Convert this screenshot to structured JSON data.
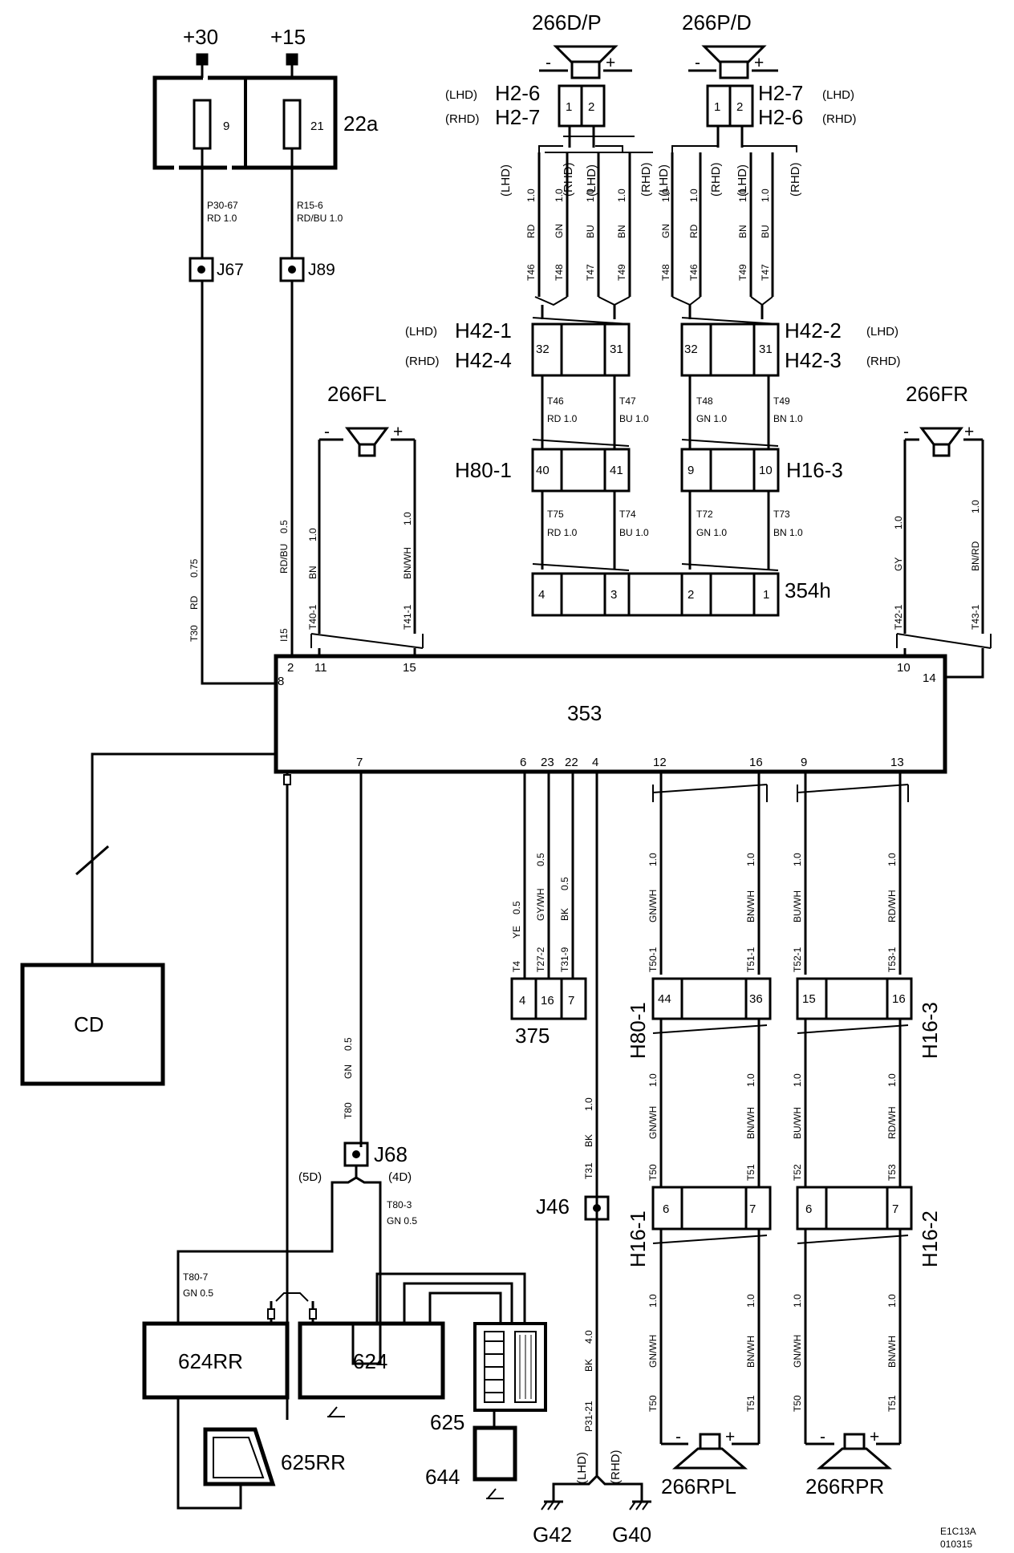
{
  "fuse_box": {
    "supply_30": "+30",
    "supply_15": "+15",
    "fuse_9": "9",
    "fuse_21": "21",
    "label": "22a"
  },
  "wires_top": {
    "w30_id": "P30-67",
    "w30_spec": "RD 1.0",
    "w15_id": "R15-6",
    "w15_spec": "RD/BU 1.0",
    "j67": "J67",
    "j89": "J89",
    "t30": "T30",
    "t30_col": "RD",
    "t30_sz": "0.75",
    "i15": "I15",
    "i15_col": "RD/BU",
    "i15_sz": "0.5"
  },
  "speaker_front_left": {
    "label": "266FL",
    "minus": "-",
    "plus": "+",
    "a_id": "T40-1",
    "a_col": "BN",
    "a_sz": "1.0",
    "b_id": "T41-1",
    "b_col": "BN/WH",
    "b_sz": "1.0"
  },
  "speaker_front_right": {
    "label": "266FR",
    "minus": "-",
    "plus": "+",
    "a_id": "T42-1",
    "a_col": "GY",
    "a_sz": "1.0",
    "b_id": "T43-1",
    "b_col": "BN/RD",
    "b_sz": "1.0"
  },
  "tweeter_left": {
    "label": "266D/P",
    "minus": "-",
    "plus": "+",
    "conn_lhd": "H2-6",
    "conn_rhd": "H2-7",
    "lhd": "(LHD)",
    "rhd": "(RHD)",
    "pin1": "1",
    "pin2": "2",
    "wires": [
      {
        "id": "T46",
        "col": "RD",
        "sz": "1.0"
      },
      {
        "id": "T48",
        "col": "GN",
        "sz": "1.0"
      },
      {
        "id": "T47",
        "col": "BU",
        "sz": "1.0"
      },
      {
        "id": "T49",
        "col": "BN",
        "sz": "1.0"
      }
    ]
  },
  "tweeter_right": {
    "label": "266P/D",
    "minus": "-",
    "plus": "+",
    "conn_lhd": "H2-7",
    "conn_rhd": "H2-6",
    "lhd": "(LHD)",
    "rhd": "(RHD)",
    "pin1": "1",
    "pin2": "2",
    "wires": [
      {
        "id": "T48",
        "col": "GN",
        "sz": "1.0"
      },
      {
        "id": "T46",
        "col": "RD",
        "sz": "1.0"
      },
      {
        "id": "T49",
        "col": "BN",
        "sz": "1.0"
      },
      {
        "id": "T47",
        "col": "BU",
        "sz": "1.0"
      }
    ]
  },
  "conn_h42": {
    "left_lhd": "H42-1",
    "left_rhd": "H42-4",
    "right_lhd": "H42-2",
    "right_rhd": "H42-3",
    "lhd": "(LHD)",
    "rhd": "(RHD)",
    "pins": [
      "32",
      "31",
      "32",
      "31"
    ]
  },
  "mid_wires_1": [
    {
      "id": "T46",
      "spec": "RD 1.0"
    },
    {
      "id": "T47",
      "spec": "BU 1.0"
    },
    {
      "id": "T48",
      "spec": "GN 1.0"
    },
    {
      "id": "T49",
      "spec": "BN 1.0"
    }
  ],
  "conn_h80_h16": {
    "left": "H80-1",
    "right": "H16-3",
    "pins": [
      "40",
      "41",
      "9",
      "10"
    ]
  },
  "mid_wires_2": [
    {
      "id": "T75",
      "spec": "RD 1.0"
    },
    {
      "id": "T74",
      "spec": "BU 1.0"
    },
    {
      "id": "T72",
      "spec": "GN 1.0"
    },
    {
      "id": "T73",
      "spec": "BN 1.0"
    }
  ],
  "conn_354h": {
    "label": "354h",
    "pins": [
      "4",
      "3",
      "2",
      "1"
    ]
  },
  "unit_353": {
    "label": "353",
    "top_pins": [
      "2",
      "11",
      "15",
      "10"
    ],
    "pin8": "8",
    "pin14": "14",
    "bottom_pins": [
      "7",
      "6",
      "23",
      "22",
      "4",
      "12",
      "16",
      "9",
      "13"
    ]
  },
  "cd": {
    "label": "CD"
  },
  "conn_375": {
    "label": "375",
    "pins": [
      "4",
      "16",
      "7"
    ],
    "wires": [
      {
        "id": "T4",
        "col": "YE",
        "sz": "0.5"
      },
      {
        "id": "T27-2",
        "col": "GY/WH",
        "sz": "0.5"
      },
      {
        "id": "T31-9",
        "col": "BK",
        "sz": "0.5"
      }
    ]
  },
  "ground": {
    "t31": "T31",
    "t31_col": "BK",
    "t31_sz": "1.0",
    "j46": "J46",
    "p31": "P31-21",
    "p31_col": "BK",
    "p31_sz": "4.0",
    "lhd": "(LHD)",
    "rhd": "(RHD)",
    "g42": "G42",
    "g40": "G40"
  },
  "rear_left": {
    "speaker": "266RPL",
    "minus": "-",
    "plus": "+",
    "conn_upper": "H80-1",
    "conn_lower": "H16-1",
    "upper_pins": [
      "44",
      "36"
    ],
    "lower_pins": [
      "6",
      "7"
    ],
    "w1": [
      {
        "id": "T50-1",
        "col": "GN/WH",
        "sz": "1.0"
      },
      {
        "id": "T51-1",
        "col": "BN/WH",
        "sz": "1.0"
      }
    ],
    "w2": [
      {
        "id": "T50",
        "col": "GN/WH",
        "sz": "1.0"
      },
      {
        "id": "T51",
        "col": "BN/WH",
        "sz": "1.0"
      }
    ],
    "w3": [
      {
        "id": "T50",
        "col": "GN/WH",
        "sz": "1.0"
      },
      {
        "id": "T51",
        "col": "BN/WH",
        "sz": "1.0"
      }
    ]
  },
  "rear_right": {
    "speaker": "266RPR",
    "minus": "-",
    "plus": "+",
    "conn_upper": "H16-3",
    "conn_lower": "H16-2",
    "upper_pins": [
      "15",
      "16"
    ],
    "lower_pins": [
      "6",
      "7"
    ],
    "w1": [
      {
        "id": "T52-1",
        "col": "BU/WH",
        "sz": "1.0"
      },
      {
        "id": "T53-1",
        "col": "RD/WH",
        "sz": "1.0"
      }
    ],
    "w2": [
      {
        "id": "T52",
        "col": "BU/WH",
        "sz": "1.0"
      },
      {
        "id": "T53",
        "col": "RD/WH",
        "sz": "1.0"
      }
    ],
    "w3": [
      {
        "id": "T50",
        "col": "GN/WH",
        "sz": "1.0"
      },
      {
        "id": "T51",
        "col": "BN/WH",
        "sz": "1.0"
      }
    ]
  },
  "lower_left": {
    "t80": "T80",
    "t80_col": "GN",
    "t80_sz": "0.5",
    "j68": "J68",
    "d5": "(5D)",
    "d4": "(4D)",
    "t80_3": "T80-3",
    "t80_3_spec": "GN 0.5",
    "t80_7": "T80-7",
    "t80_7_spec": "GN 0.5",
    "box_624rr": "624RR",
    "box_624": "624",
    "box_625": "625",
    "box_625rr": "625RR",
    "box_644": "644"
  },
  "footer": {
    "code": "E1C13A",
    "date": "010315"
  }
}
